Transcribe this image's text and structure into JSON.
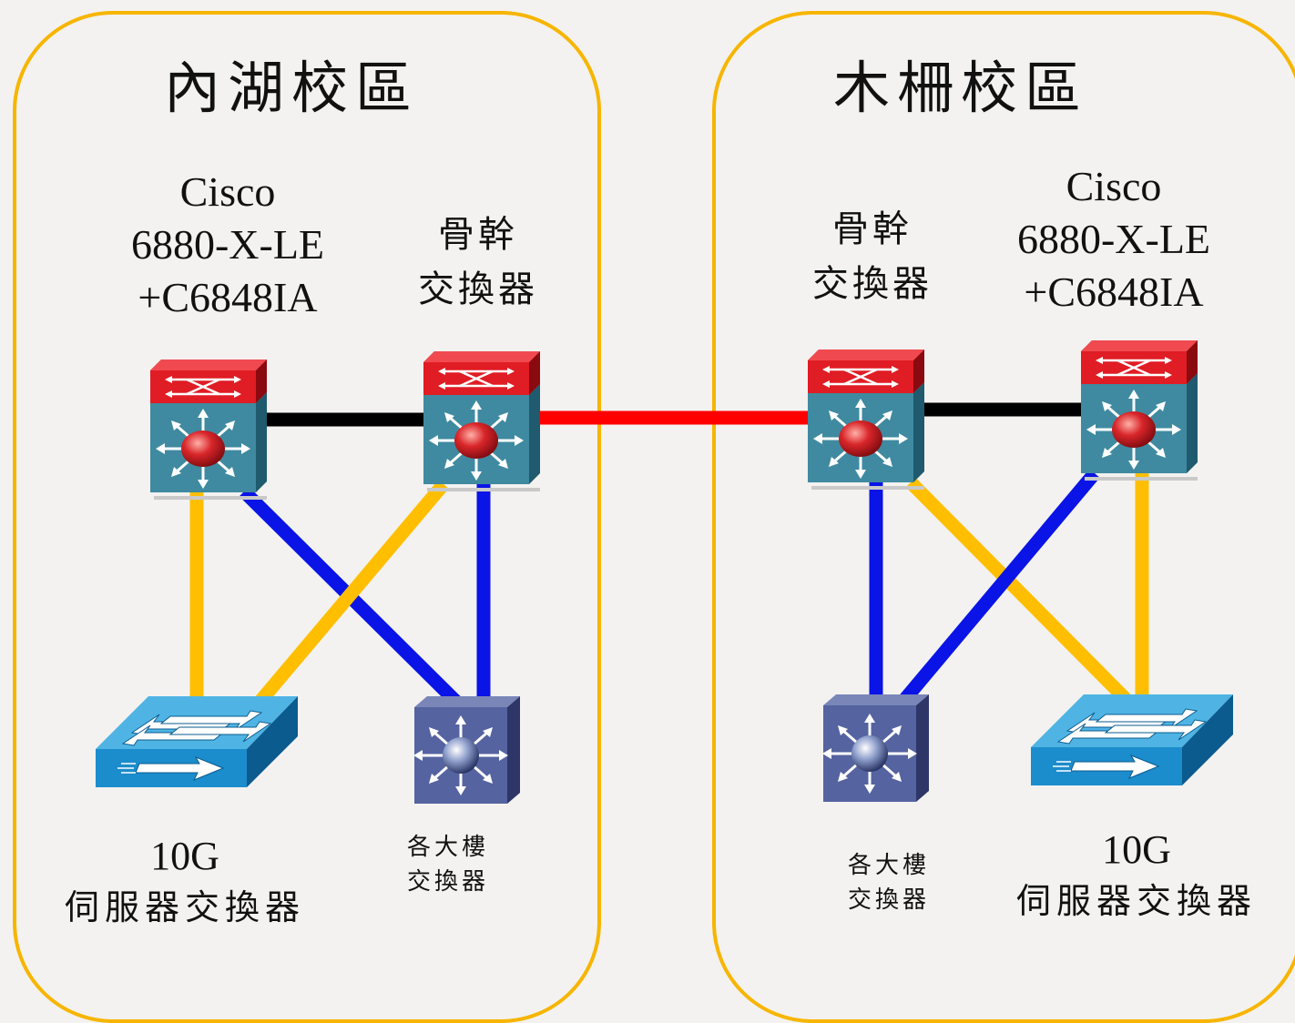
{
  "campuses": [
    {
      "title": "內湖校區",
      "model_lines": [
        "Cisco",
        "6880-X-LE",
        "+C6848IA"
      ],
      "core_lines": [
        "骨幹",
        "交換器"
      ],
      "server_lines": [
        "10G",
        "伺服器交換器"
      ],
      "building_lines": [
        "各大樓",
        "交換器"
      ]
    },
    {
      "title": "木柵校區",
      "model_lines": [
        "Cisco",
        "6880-X-LE",
        "+C6848IA"
      ],
      "core_lines": [
        "骨幹",
        "交換器"
      ],
      "server_lines": [
        "10G",
        "伺服器交換器"
      ],
      "building_lines": [
        "各大樓",
        "交換器"
      ]
    }
  ],
  "colors": {
    "border": "#f7b500",
    "link_yellow": "#ffbf00",
    "link_blue": "#0a14e6",
    "link_black": "#000000",
    "link_red": "#ff0000"
  },
  "icons": {
    "l3_switch_stacked": "cisco-layer3-switch-with-supervisor-icon",
    "workgroup_switch": "cisco-workgroup-switch-icon",
    "l3_switch": "cisco-layer3-switch-icon"
  }
}
